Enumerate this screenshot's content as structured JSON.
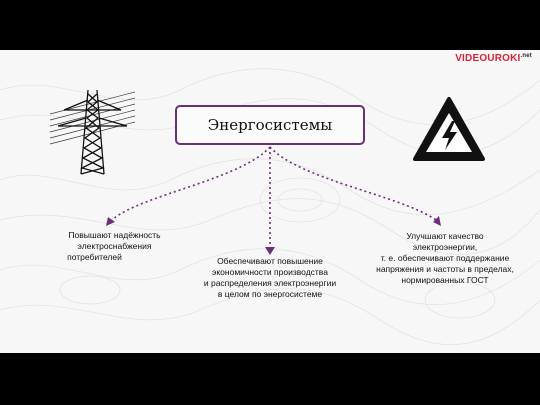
{
  "logo": {
    "main": "VIDEOUROKI",
    "suffix": ".net"
  },
  "center": {
    "title": "Энергосистемы"
  },
  "branches": [
    {
      "lines": [
        "Повышают надёжность",
        "электроснабжения",
        "потребителей"
      ]
    },
    {
      "lines": [
        "Обеспечивают повышение",
        "экономичности производства",
        "и распределения электроэнергии",
        "в целом по энергосистеме"
      ]
    },
    {
      "lines": [
        "Улучшают качество",
        "электроэнергии,",
        "т. е. обеспечивают поддержание",
        "напряжения и частоты в пределах,",
        "нормированных ГОСТ"
      ]
    }
  ],
  "icons": [
    "power-tower-icon",
    "high-voltage-warning-icon"
  ],
  "colors": {
    "accent": "#6b2f7a",
    "background": "#f7f7f7",
    "frame": "#000000"
  }
}
